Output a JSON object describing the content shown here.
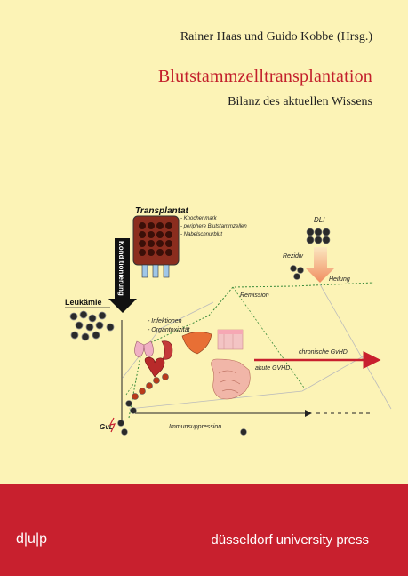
{
  "cover": {
    "authors": "Rainer Haas und Guido Kobbe (Hrsg.)",
    "title": "Blutstammzelltransplantation",
    "subtitle": "Bilanz des aktuellen Wissens"
  },
  "figure": {
    "transplant_title": "Transplantat",
    "sources": [
      "- Knochenmark",
      "- periphere Blutstammzellen",
      "- Nabelschnurblut"
    ],
    "conditioning": "Konditionierung",
    "leukemia": "Leukämie",
    "dli": "DLI",
    "relapse": "Rezidiv",
    "cure": "Heilung",
    "remission": "Remission",
    "complications": [
      "- Infektionen",
      "- Organtoxizität"
    ],
    "chronic_gvhd": "chronische GvHD",
    "acute_gvhd": "akute GVHD",
    "gvl": "GvL",
    "immunosuppression": "Immunsuppression"
  },
  "colors": {
    "background": "#fcf3b6",
    "brand_red": "#c8202e",
    "title_red": "#c3202c",
    "dotted_green": "#3a8a3a"
  },
  "footer": {
    "publisher_logo": "d|u|p",
    "publisher": "düsseldorf university press"
  }
}
